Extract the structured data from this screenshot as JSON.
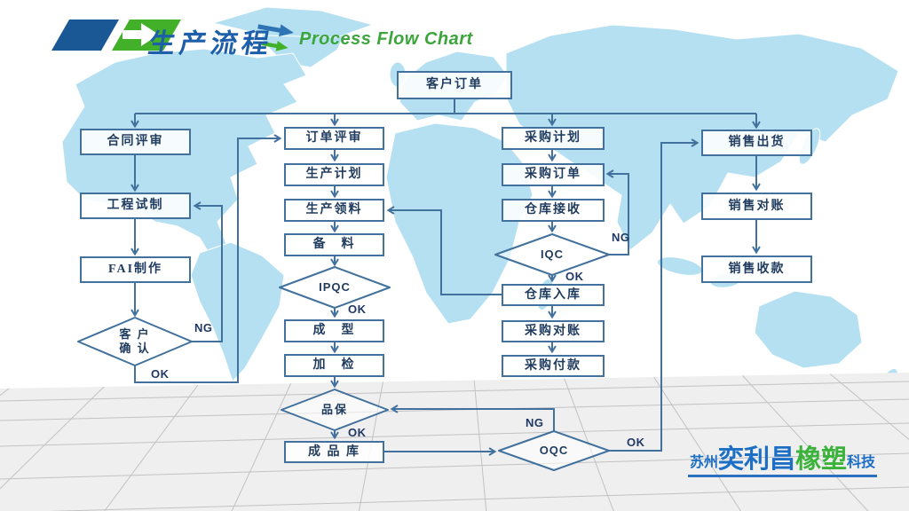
{
  "header": {
    "title_zh": "生产流程",
    "title_en": "Process Flow Chart"
  },
  "footer_logo": {
    "prefix": "苏州",
    "name_primary": "奕利昌",
    "name_accent": "橡塑",
    "suffix": "科技"
  },
  "colors": {
    "flow_line": "#41719C",
    "node_text": "#1F3B5E",
    "title_blue": "#1D5FA8",
    "title_green": "#3CA53C",
    "logo_blue": "#1C6FC4",
    "logo_green": "#3BB33B",
    "map_fill": "#B5E0F2"
  },
  "flow": {
    "nodes": {
      "customer_order": "客户订单",
      "contract_review": "合同评审",
      "engineering_trial": "工程试制",
      "fai_production": "FAI制作",
      "customer_confirm": "客 户\n确 认",
      "order_review": "订单评审",
      "production_plan": "生产计划",
      "material_requisition": "生产领料",
      "material_prep": "备　料",
      "ipqc": "IPQC",
      "molding": "成　型",
      "processing_inspection": "加　检",
      "qa": "品保",
      "finished_goods": "成 品 库",
      "purchase_plan": "采购计划",
      "purchase_order": "采购订单",
      "warehouse_receiving": "仓库接收",
      "iqc": "IQC",
      "warehouse_storage": "仓库入库",
      "purchase_reconciliation": "采购对账",
      "purchase_payment": "采购付款",
      "sales_shipment": "销售出货",
      "sales_reconciliation": "销售对账",
      "sales_collection": "销售收款",
      "oqc": "OQC"
    },
    "edge_labels": {
      "customer_confirm_ng": "NG",
      "customer_confirm_ok": "OK",
      "ipqc_ok": "OK",
      "qa_ok": "OK",
      "iqc_ng": "NG",
      "iqc_ok": "OK",
      "oqc_ng": "NG",
      "oqc_ok": "OK"
    }
  }
}
